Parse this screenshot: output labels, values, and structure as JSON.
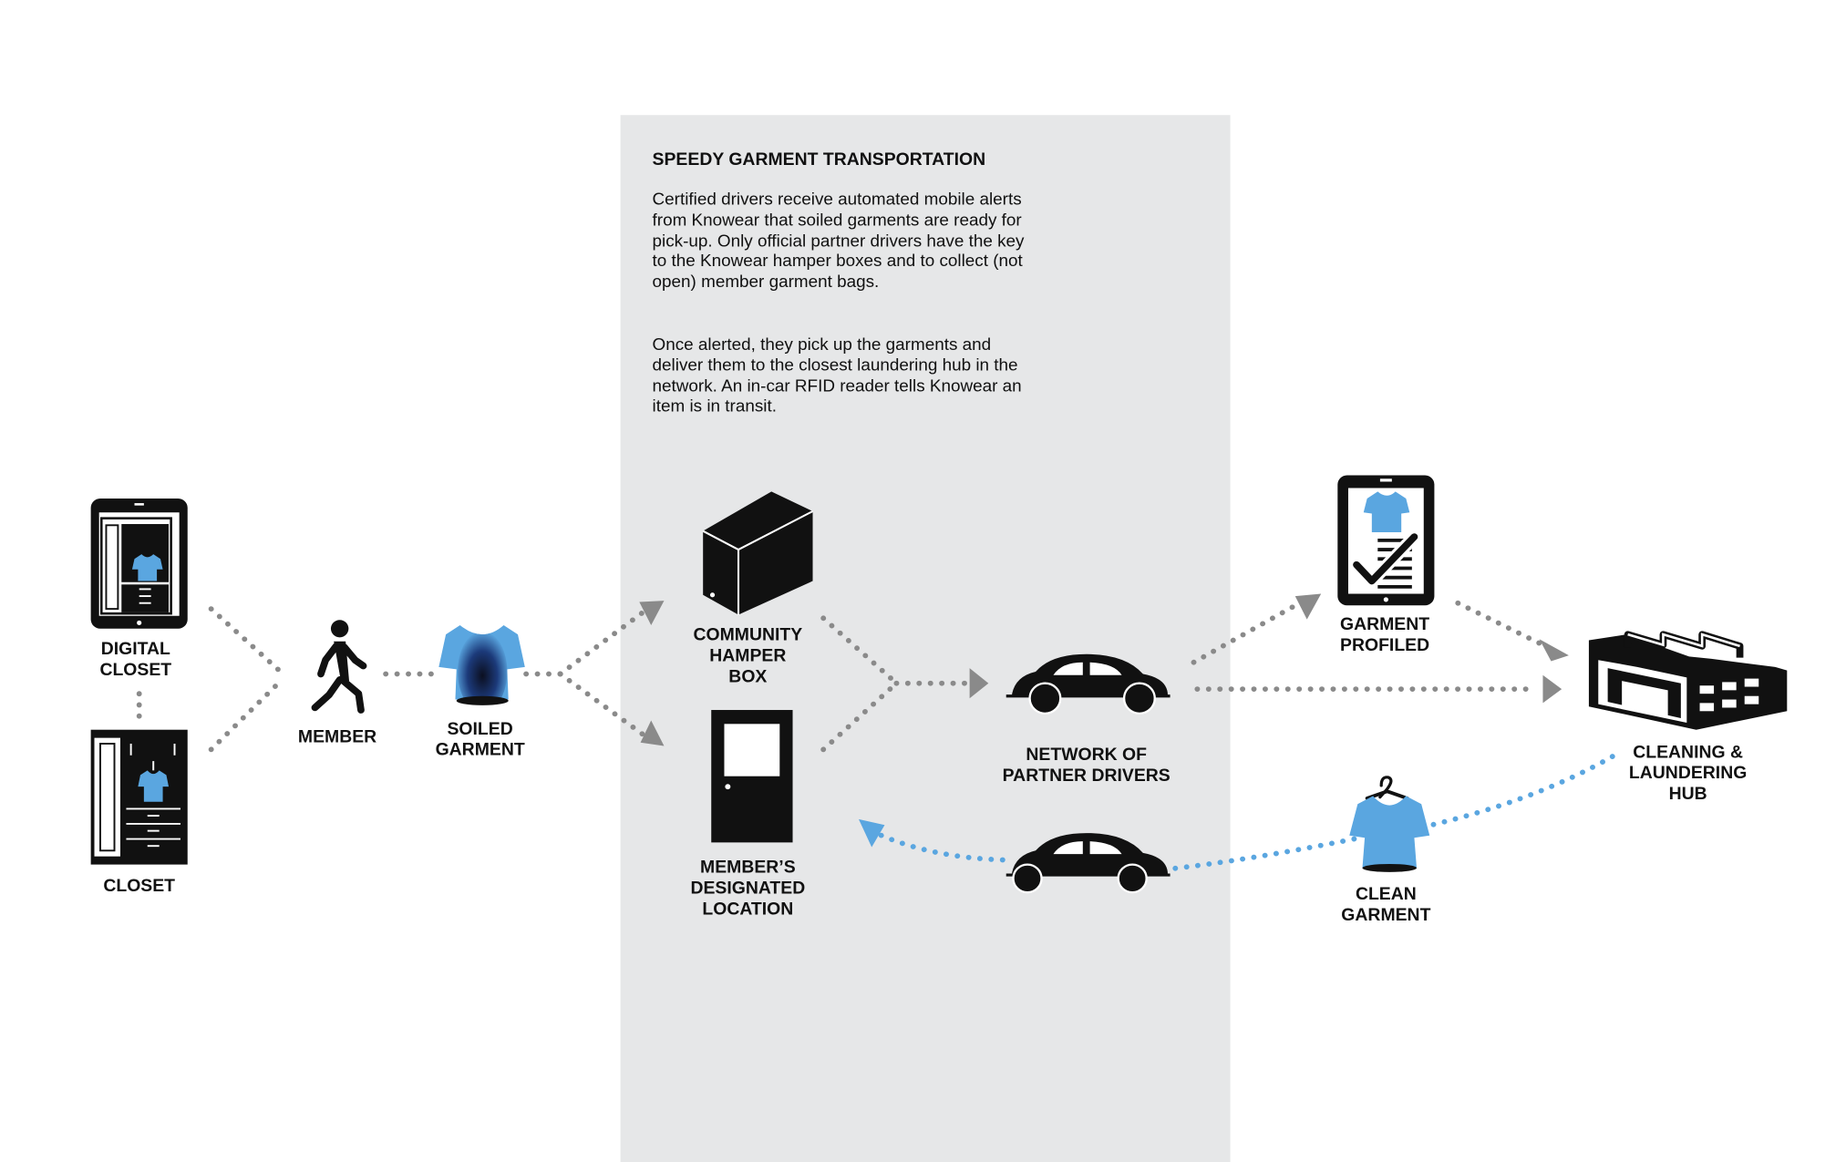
{
  "panel": {
    "title": "SPEEDY GARMENT TRANSPORTATION",
    "paragraph1": "Certified drivers receive automated mobile alerts from Knowear that soiled garments are ready for pick-up. Only official partner drivers have the key to the Knowear hamper boxes and to collect (not open) member garment bags.",
    "paragraph2": "Once alerted, they pick up the garments and deliver them to the closest laundering hub in the network. An in-car RFID reader tells Knowear an item is in transit."
  },
  "labels": {
    "digital_closet": "DIGITAL\nCLOSET",
    "closet": "CLOSET",
    "member": "MEMBER",
    "soiled_garment": "SOILED\nGARMENT",
    "community_hamper": "COMMUNITY\nHAMPER\nBOX",
    "designated_location": "MEMBER’S\nDESIGNATED\nLOCATION",
    "partner_drivers": "NETWORK OF\nPARTNER DRIVERS",
    "garment_profiled": "GARMENT\nPROFILED",
    "cleaning_hub": "CLEANING &\nLAUNDERING\nHUB",
    "clean_garment": "CLEAN\nGARMENT"
  },
  "colors": {
    "accent_blue": "#5aa6e0",
    "flow_gray": "#8a8a8a",
    "panel_gray": "#e6e7e8",
    "icon_black": "#111111"
  },
  "icons": [
    "tablet-icon",
    "wardrobe-icon",
    "walking-person-icon",
    "shirt-icon",
    "box-icon",
    "door-icon",
    "car-icon",
    "checklist-tablet-icon",
    "factory-icon",
    "hanger-shirt-icon"
  ]
}
